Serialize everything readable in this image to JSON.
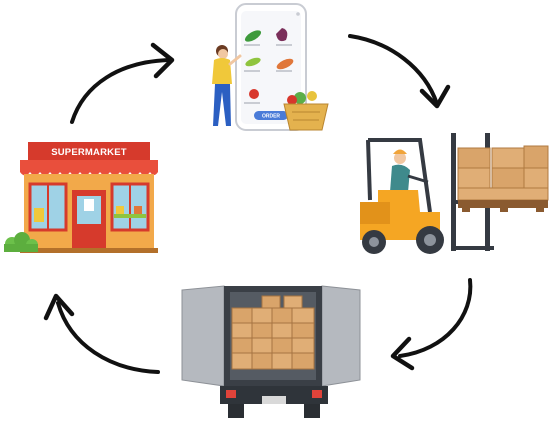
{
  "diagram": {
    "type": "cycle",
    "nodes": [
      {
        "id": "order",
        "icon": "phone-grocery-order-icon",
        "button_label": "ORDER"
      },
      {
        "id": "warehouse",
        "icon": "forklift-warehouse-icon"
      },
      {
        "id": "delivery",
        "icon": "delivery-truck-icon"
      },
      {
        "id": "supermarket",
        "icon": "supermarket-store-icon",
        "sign_label": "SUPERMARKET"
      }
    ],
    "edges": [
      {
        "from": "order",
        "to": "warehouse"
      },
      {
        "from": "warehouse",
        "to": "delivery"
      },
      {
        "from": "delivery",
        "to": "supermarket"
      },
      {
        "from": "supermarket",
        "to": "order"
      }
    ]
  },
  "colors": {
    "arrow": "#111111",
    "store_red": "#d63a2c",
    "store_wall": "#f2a94a",
    "forklift": "#f5a623",
    "box": "#d9a46a",
    "truck_gray": "#a9adb3",
    "person_blue": "#2b5fc2"
  }
}
